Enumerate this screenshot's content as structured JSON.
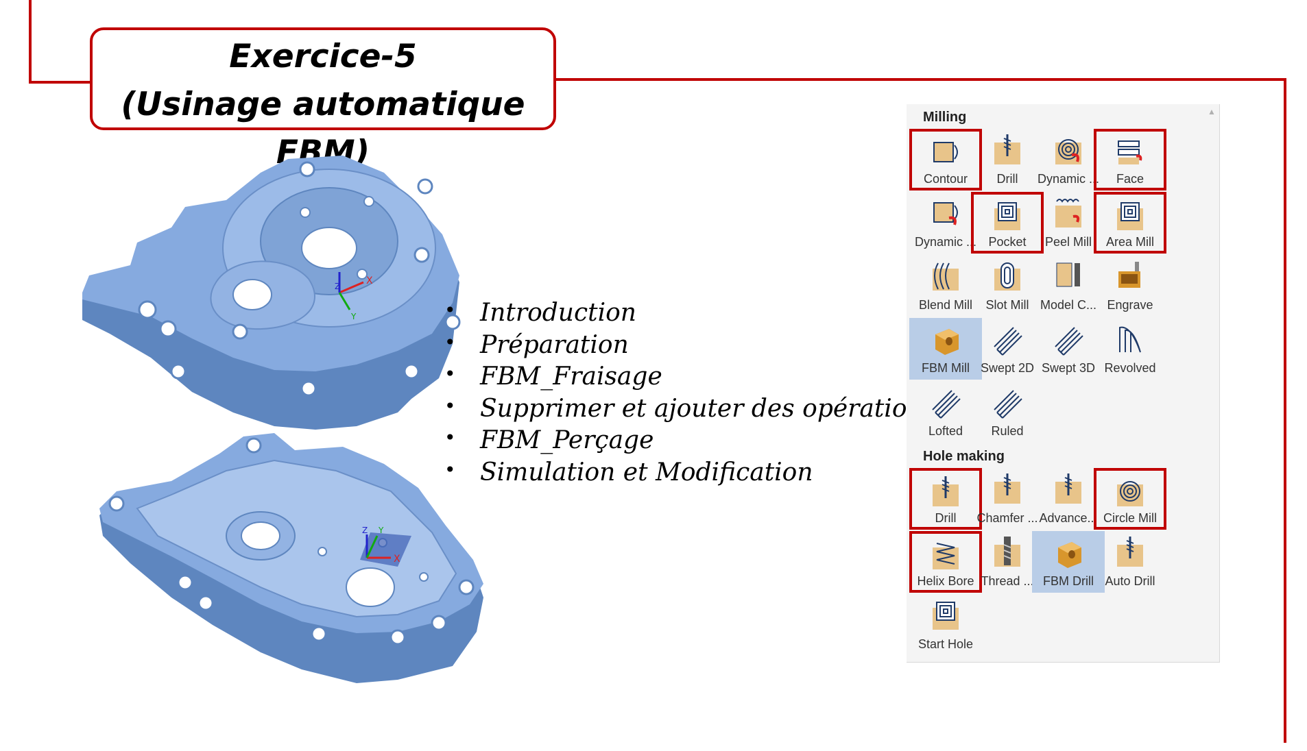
{
  "title": {
    "line1": "Exercice-5",
    "line2": "(Usinage automatique FBM)"
  },
  "bullets": [
    "Introduction",
    "Préparation",
    "FBM_Fraisage",
    "Supprimer et ajouter des opérations",
    "FBM_Perçage",
    "Simulation et Modification"
  ],
  "axes": {
    "top": {
      "x": "X",
      "y": "Y",
      "z": "Z"
    },
    "bottom": {
      "x": "X",
      "y": "Y",
      "z": "Z"
    }
  },
  "colors": {
    "frame_red": "#c00000",
    "part_blue": "#7fa3d6",
    "panel_bg": "#f4f4f4",
    "selected_bg": "#b9cde7",
    "icon_tan": "#e8c48a"
  },
  "palette": {
    "milling": {
      "heading": "Milling",
      "tools": [
        {
          "label": "Contour",
          "icon": "contour-icon",
          "highlighted": true,
          "selected": false
        },
        {
          "label": "Drill",
          "icon": "drill-icon",
          "highlighted": false,
          "selected": false
        },
        {
          "label": "Dynamic ...",
          "icon": "dynamic-mill-icon",
          "highlighted": false,
          "selected": false
        },
        {
          "label": "Face",
          "icon": "face-icon",
          "highlighted": true,
          "selected": false
        },
        {
          "label": "Dynamic ...",
          "icon": "dynamic-contour-icon",
          "highlighted": false,
          "selected": false
        },
        {
          "label": "Pocket",
          "icon": "pocket-icon",
          "highlighted": true,
          "selected": false
        },
        {
          "label": "Peel Mill",
          "icon": "peel-mill-icon",
          "highlighted": false,
          "selected": false
        },
        {
          "label": "Area Mill",
          "icon": "area-mill-icon",
          "highlighted": true,
          "selected": false
        },
        {
          "label": "Blend Mill",
          "icon": "blend-mill-icon",
          "highlighted": false,
          "selected": false
        },
        {
          "label": "Slot Mill",
          "icon": "slot-mill-icon",
          "highlighted": false,
          "selected": false
        },
        {
          "label": "Model C...",
          "icon": "model-chamfer-icon",
          "highlighted": false,
          "selected": false
        },
        {
          "label": "Engrave",
          "icon": "engrave-icon",
          "highlighted": false,
          "selected": false
        },
        {
          "label": "FBM Mill",
          "icon": "fbm-mill-icon",
          "highlighted": false,
          "selected": true
        },
        {
          "label": "Swept 2D",
          "icon": "swept-2d-icon",
          "highlighted": false,
          "selected": false
        },
        {
          "label": "Swept 3D",
          "icon": "swept-3d-icon",
          "highlighted": false,
          "selected": false
        },
        {
          "label": "Revolved",
          "icon": "revolved-icon",
          "highlighted": false,
          "selected": false
        },
        {
          "label": "Lofted",
          "icon": "lofted-icon",
          "highlighted": false,
          "selected": false
        },
        {
          "label": "Ruled",
          "icon": "ruled-icon",
          "highlighted": false,
          "selected": false
        }
      ]
    },
    "hole_making": {
      "heading": "Hole making",
      "tools": [
        {
          "label": "Drill",
          "icon": "drill-icon",
          "highlighted": true,
          "selected": false
        },
        {
          "label": "Chamfer ...",
          "icon": "chamfer-drill-icon",
          "highlighted": false,
          "selected": false
        },
        {
          "label": "Advance...",
          "icon": "advanced-drill-icon",
          "highlighted": false,
          "selected": false
        },
        {
          "label": "Circle Mill",
          "icon": "circle-mill-icon",
          "highlighted": true,
          "selected": false
        },
        {
          "label": "Helix Bore",
          "icon": "helix-bore-icon",
          "highlighted": true,
          "selected": false
        },
        {
          "label": "Thread ...",
          "icon": "thread-mill-icon",
          "highlighted": false,
          "selected": false
        },
        {
          "label": "FBM Drill",
          "icon": "fbm-drill-icon",
          "highlighted": false,
          "selected": true
        },
        {
          "label": "Auto Drill",
          "icon": "auto-drill-icon",
          "highlighted": false,
          "selected": false
        },
        {
          "label": "Start Hole",
          "icon": "start-hole-icon",
          "highlighted": false,
          "selected": false
        }
      ]
    }
  }
}
